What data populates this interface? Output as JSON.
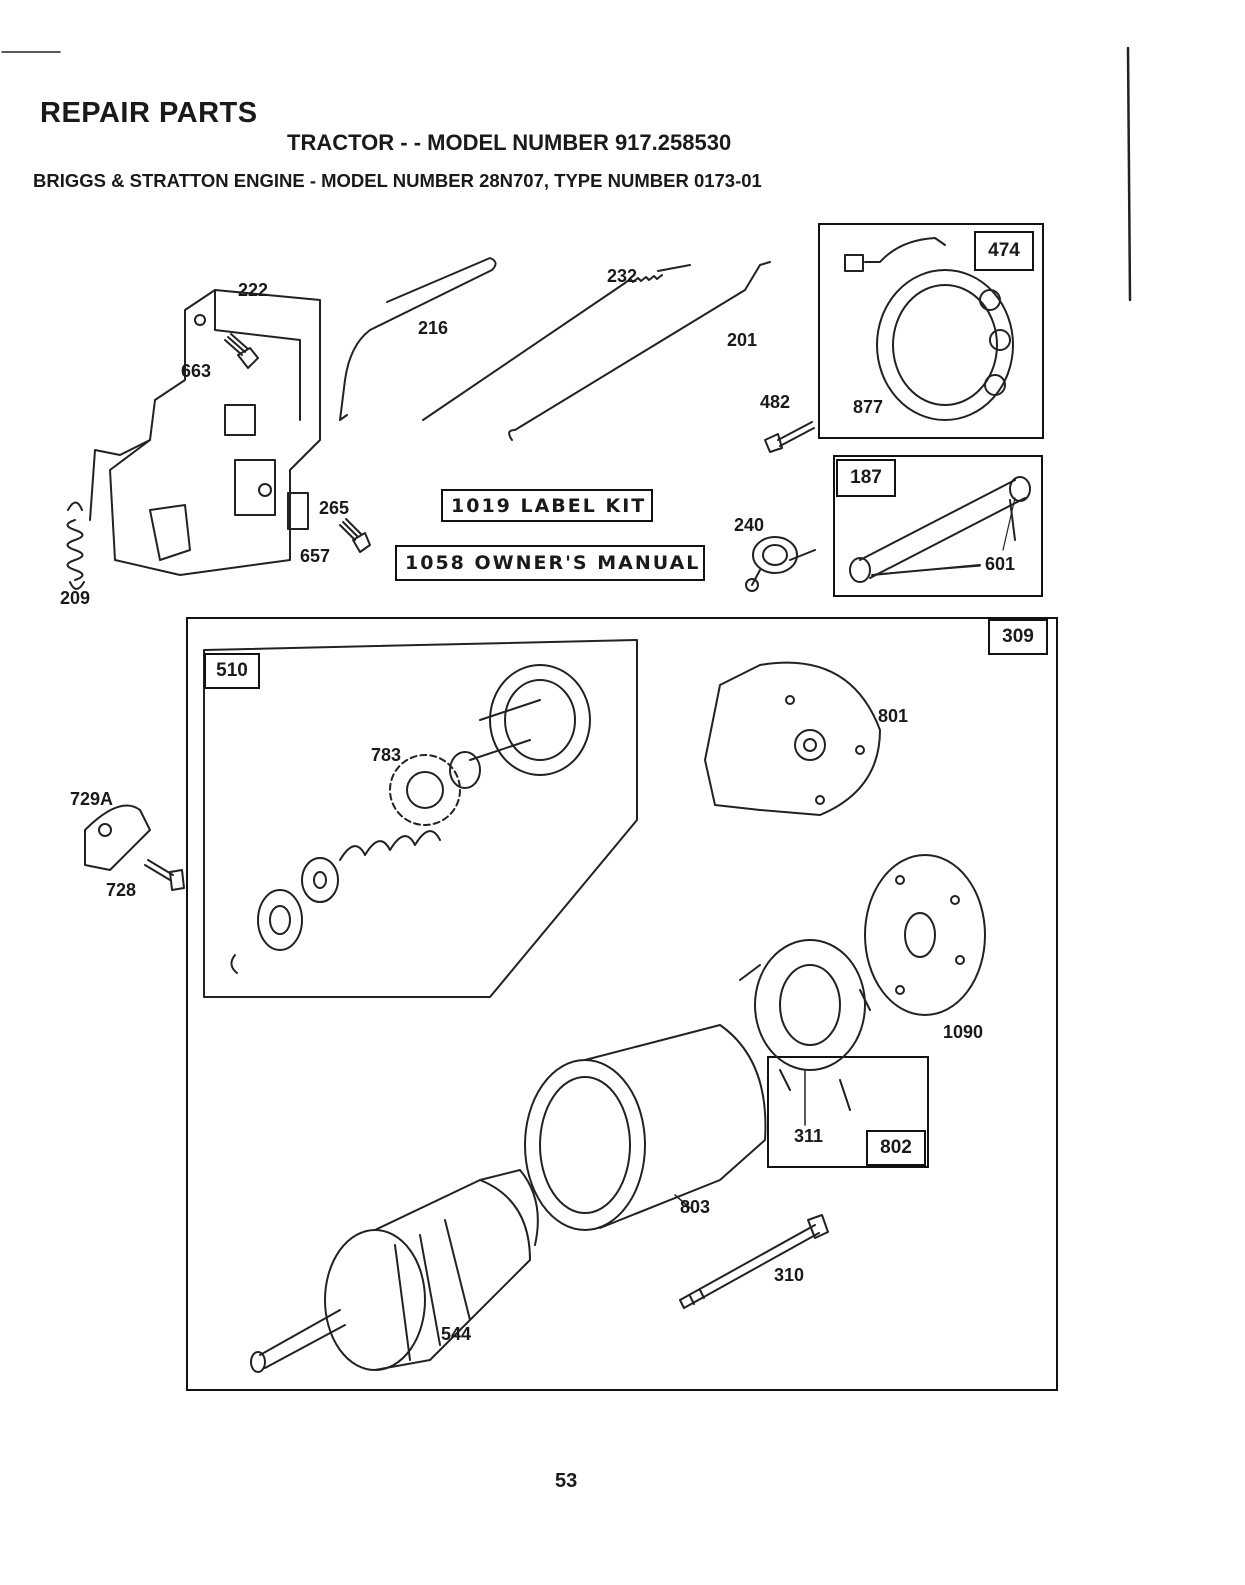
{
  "header": {
    "title": "REPAIR PARTS",
    "subtitle": "TRACTOR - - MODEL NUMBER 917.258530",
    "engine_line": "BRIGGS & STRATTON ENGINE - MODEL NUMBER 28N707, TYPE NUMBER 0173-01"
  },
  "kits": {
    "label_kit": "1019 LABEL KIT",
    "owners_manual": "1058 OWNER'S MANUAL"
  },
  "boxed_labels": {
    "b474": "474",
    "b187": "187",
    "b309": "309",
    "b510": "510",
    "b802": "802"
  },
  "part_labels": {
    "p222": "222",
    "p663": "663",
    "p216": "216",
    "p232": "232",
    "p201": "201",
    "p482": "482",
    "p877": "877",
    "p265": "265",
    "p657": "657",
    "p209": "209",
    "p240": "240",
    "p601": "601",
    "p801": "801",
    "p783": "783",
    "p729a": "729A",
    "p728": "728",
    "p1090": "1090",
    "p311": "311",
    "p803": "803",
    "p310": "310",
    "p544": "544"
  },
  "page_number": "53"
}
